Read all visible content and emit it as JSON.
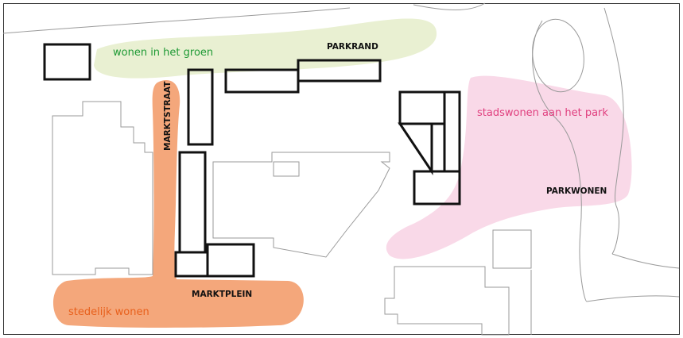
{
  "zones": {
    "green": {
      "label": "wonen in het groen",
      "color": "#1f9a35",
      "fill": "#e9f0d2"
    },
    "pink": {
      "label": "stadswonen aan het park",
      "color": "#e0407f",
      "fill": "#f9d9e8"
    },
    "orange": {
      "label": "stedelijk wonen",
      "color": "#e8601c",
      "fill": "#f4a77b"
    }
  },
  "places": {
    "parkrand": "PARKRAND",
    "parkwonen": "PARKWONEN",
    "marktstraat": "MARKTSTRAAT",
    "marktplein": "MARKTPLEIN"
  }
}
